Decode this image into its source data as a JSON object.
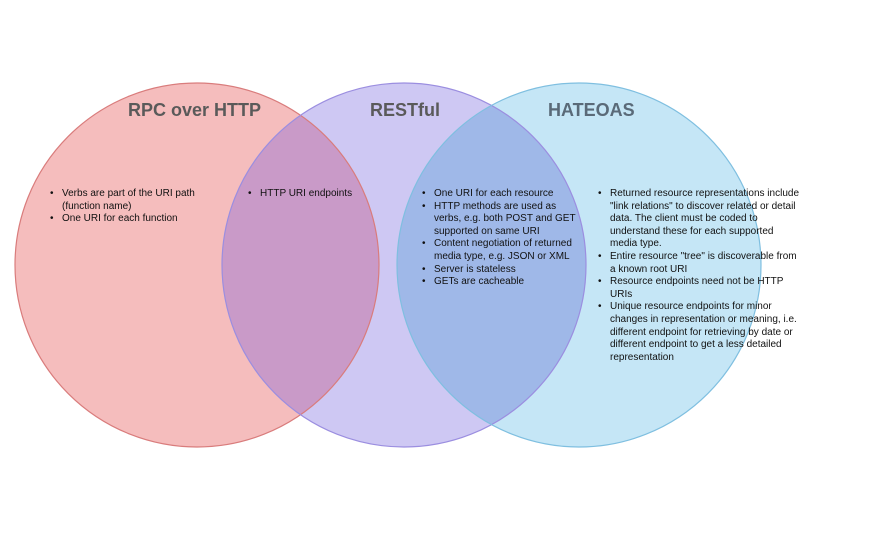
{
  "diagram": {
    "circles": [
      {
        "id": "rpc",
        "title": "RPC over HTTP",
        "fill": "#f4b6b6",
        "stroke": "#d97c7c",
        "items": [
          "Verbs are part of the URI path (function name)",
          "One URI for each function"
        ]
      },
      {
        "id": "restful",
        "title": "RESTful",
        "fill": "#c9c2f2",
        "stroke": "#9b8ee0",
        "items": [
          "One URI for each resource",
          "HTTP methods are used as verbs, e.g. both POST and GET supported on same URI",
          "Content negotiation of returned media type, e.g. JSON or XML",
          "Server is stateless",
          "GETs are cacheable"
        ]
      },
      {
        "id": "hateoas",
        "title": "HATEOAS",
        "fill": "#bfe3f5",
        "stroke": "#7fbfe0",
        "items": [
          "Returned resource representations include \"link relations\" to discover related or detail data.  The client must be coded to understand these for each supported media type.",
          "Entire resource \"tree\" is discoverable from a known root URI",
          "Resource endpoints need not be HTTP URIs",
          "Unique resource endpoints for minor changes in representation or meaning, i.e. different endpoint for retrieving by date or different endpoint to get a less detailed representation"
        ]
      }
    ],
    "overlap_rpc_restful": {
      "items": [
        "HTTP URI endpoints"
      ]
    },
    "overlap_colors": {
      "rpc_restful": "#c99ac8",
      "restful_hateoas": "#9fb8e8"
    }
  }
}
